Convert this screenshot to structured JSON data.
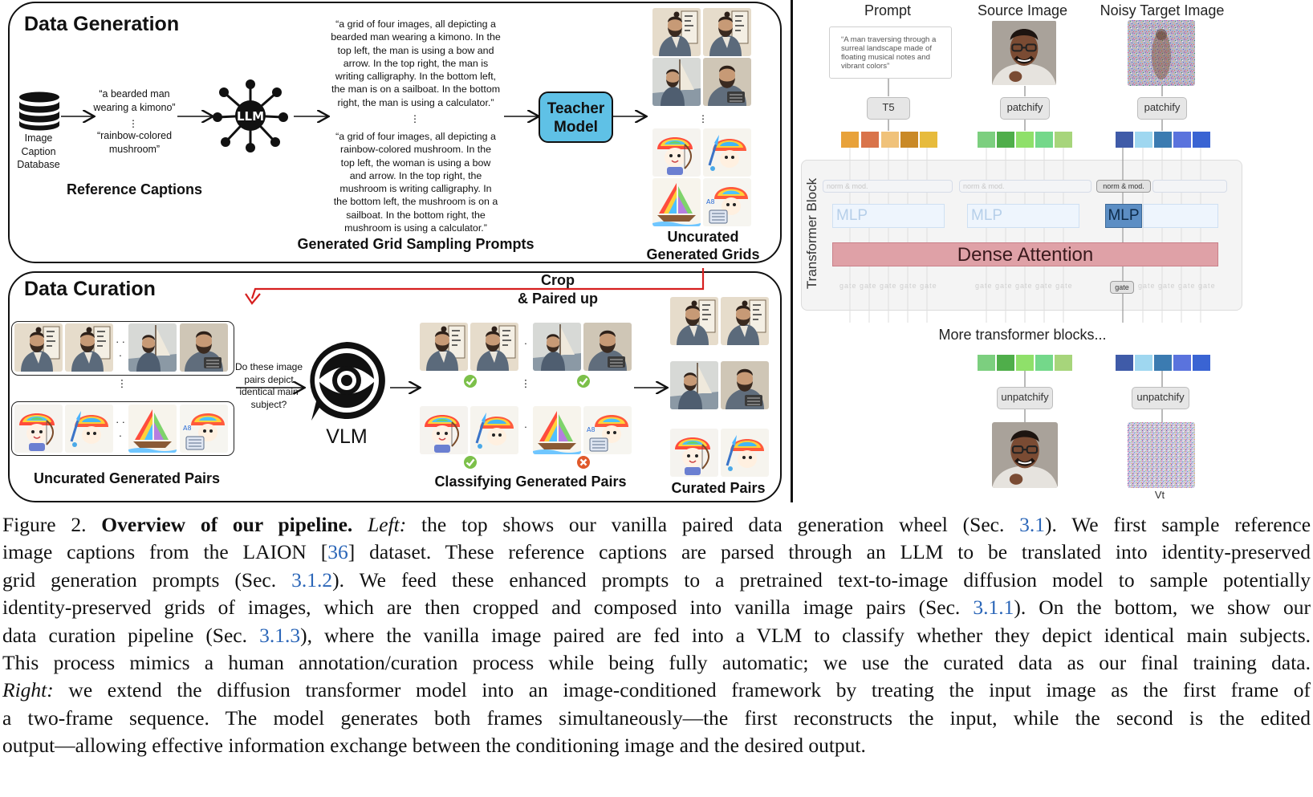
{
  "left": {
    "generation": {
      "title": "Data Generation",
      "db_label": [
        "Image",
        "Caption",
        "Database"
      ],
      "ref_caption_1": [
        "“a bearded man",
        "wearing a kimono”"
      ],
      "ref_caption_2": [
        "“rainbow-colored",
        "mushroom”"
      ],
      "ref_captions_label": "Reference Captions",
      "llm_label": "LLM",
      "prompt_1": [
        "“a grid of four images, all depicting a",
        "bearded man wearing a kimono. In the",
        "top left, the man is using a bow and",
        "arrow. In the top right, the man is",
        "writing calligraphy. In the bottom left,",
        "the man is on a sailboat. In the bottom",
        "right, the man is using a calculator.”"
      ],
      "prompt_2": [
        "“a grid of four images, all depicting a",
        "rainbow-colored mushroom. In the",
        "top left, the woman is using a bow",
        "and arrow. In the top right, the",
        "mushroom is writing calligraphy. In",
        "the bottom left, the mushroom is on a",
        "sailboat. In the bottom right, the",
        "mushroom is using a calculator.”"
      ],
      "prompts_label": "Generated Grid Sampling Prompts",
      "teacher_label": [
        "Teacher",
        "Model"
      ],
      "grids_label": [
        "Uncurated",
        "Generated Grids"
      ]
    },
    "curation": {
      "title": "Data Curation",
      "crop_label": [
        "Crop",
        "& Paired up"
      ],
      "question": [
        "Do these image",
        "pairs depict",
        "identical main",
        "subject?"
      ],
      "vlm_label": "VLM",
      "uncurated_label": "Uncurated Generated Pairs",
      "classify_label": "Classifying Generated Pairs",
      "curated_label": "Curated Pairs"
    }
  },
  "right": {
    "col_prompt": "Prompt",
    "col_source": "Source Image",
    "col_noisy": "Noisy Target Image",
    "prompt_text": [
      "“A man traversing through a",
      "surreal landscape made of",
      "floating musical notes and",
      "vibrant colors”"
    ],
    "t5": "T5",
    "patchify": "patchify",
    "block_label": "Transformer Block",
    "norm_mod": "norm & mod.",
    "mlp": "MLP",
    "dense_attention": "Dense Attention",
    "gate": "gate",
    "more_blocks": "More transformer blocks...",
    "unpatchify": "unpatchify",
    "vt": "Vt",
    "colors": {
      "text_tokens": [
        "#e8a23a",
        "#d9744b",
        "#f0c27a",
        "#c98926",
        "#e7bb3c"
      ],
      "green_tokens": [
        "#7ccf7f",
        "#4fae4a",
        "#8fe06a",
        "#74d88a",
        "#a7d57b"
      ],
      "blue_tokens": [
        "#3f5ba8",
        "#9fd7f0",
        "#3b7bb1",
        "#5a73dd",
        "#3a64d3"
      ],
      "attention": "#dfa1a7",
      "mlp_active": "#5c8ec4"
    }
  },
  "caption": {
    "fig": "Figure 2.",
    "bold": "Overview of our pipeline.",
    "left_word": "Left:",
    "right_word": "Right:",
    "l1a": "the top shows our vanilla paired data generation wheel (Sec.",
    "c1": "3.1",
    "l1b": ").  We first sample reference",
    "l2a": "image captions from the LAION [",
    "c2": "36",
    "l2b": "] dataset. These reference captions are parsed through an LLM to be translated into identity-preserved",
    "l3a": "grid generation prompts (Sec.",
    "c3": "3.1.2",
    "l3b": "). We feed these enhanced prompts to a pretrained text-to-image diffusion model to sample potentially",
    "l4a": "identity-preserved grids of images, which are then cropped and composed into vanilla image pairs (Sec.",
    "c4": "3.1.1",
    "l4b": "). On the bottom, we show our",
    "l5a": "data curation pipeline (Sec.",
    "c5": "3.1.3",
    "l5b": "), where the vanilla image paired are fed into a VLM to classify whether they depict identical main subjects.",
    "l6": "This process mimics a human annotation/curation process while being fully automatic; we use the curated data as our final training data.",
    "l7b": "we extend the diffusion transformer model into an image-conditioned framework by treating the input image as the first frame of",
    "l8": "a two-frame sequence. The model generates both frames simultaneously—the first reconstructs the input, while the second is the edited",
    "l9": "output—allowing effective information exchange between the conditioning image and the desired output."
  }
}
